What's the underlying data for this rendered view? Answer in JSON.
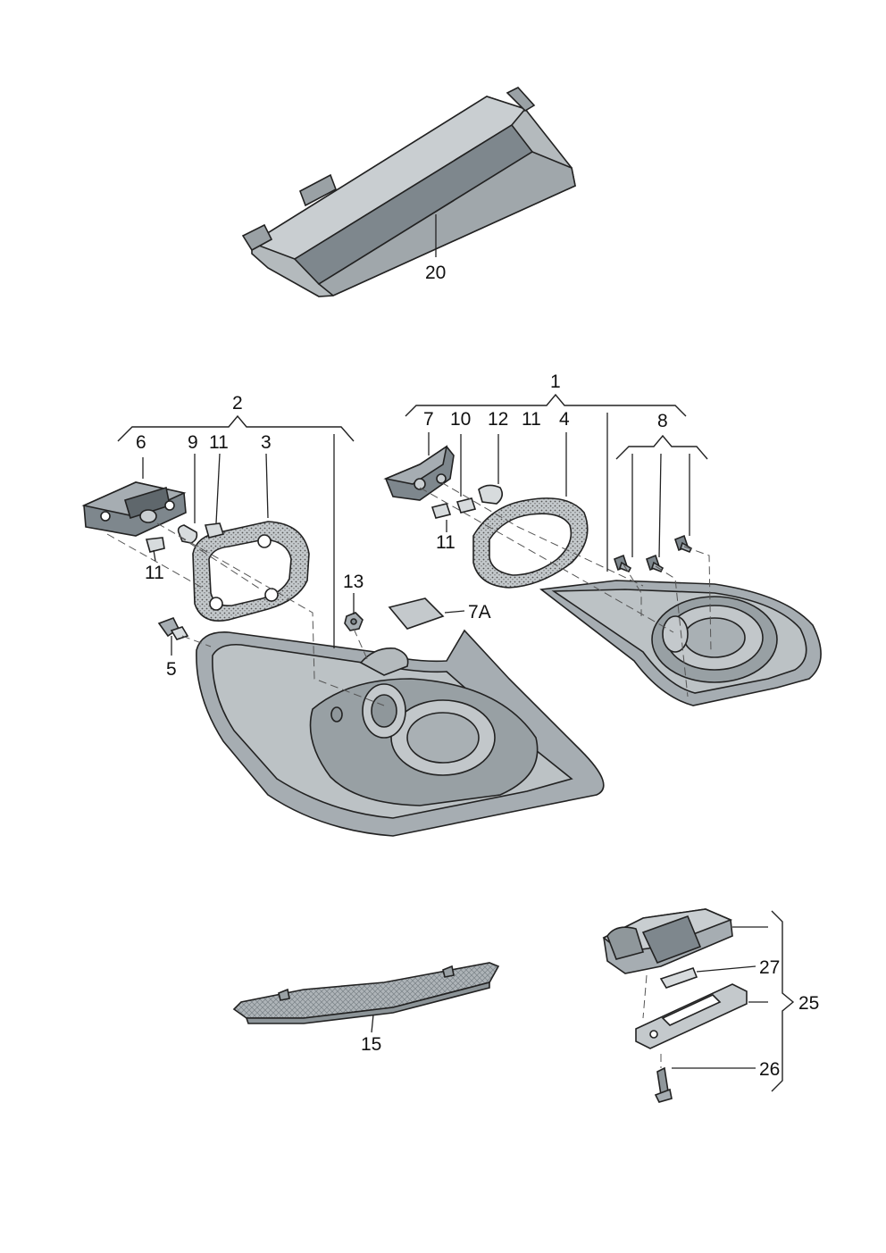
{
  "diagram": {
    "labels": {
      "p1": "1",
      "p2": "2",
      "p3": "3",
      "p4": "4",
      "p5": "5",
      "p6": "6",
      "p7": "7",
      "p7a": "7A",
      "p8": "8",
      "p9": "9",
      "p10": "10",
      "p11a": "11",
      "p11b": "11",
      "p11c": "11",
      "p11d": "11",
      "p12": "12",
      "p13": "13",
      "p15": "15",
      "p20": "20",
      "p25": "25",
      "p26": "26",
      "p27": "27"
    }
  },
  "colors": {
    "part_fill": "#a6adb2",
    "part_dark": "#7e878d",
    "part_light": "#c9ced1",
    "line": "#222222"
  }
}
